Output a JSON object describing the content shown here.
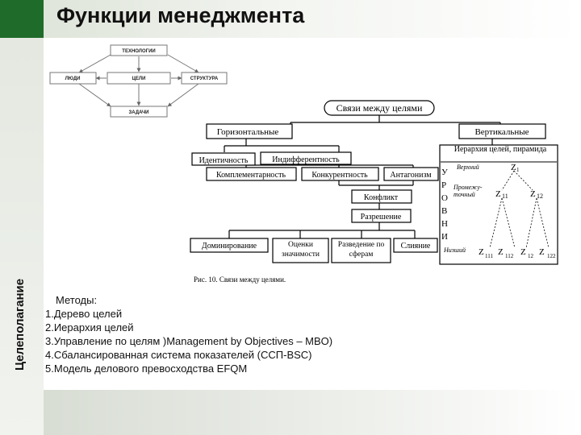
{
  "slide": {
    "title": "Функции менеджмента",
    "side_label": "Целеполагание"
  },
  "top_diagram": {
    "tech": "ТЕХНОЛОГИИ",
    "people": "ЛЮДИ",
    "goals": "ЦЕЛИ",
    "structure": "СТРУКТУРА",
    "tasks": "ЗАДАЧИ"
  },
  "links_diagram": {
    "root": "Связи между целями",
    "horizontal": "Горизонтальные",
    "vertical": "Вертикальные",
    "identity": "Идентичность",
    "indifference": "Индифферентность",
    "complementarity": "Комплементарность",
    "competition": "Конкурентность",
    "antagonism": "Антагонизм",
    "conflict": "Конфликт",
    "resolution": "Разрешение",
    "domination": "Доминирование",
    "significance": "Оценки значимости",
    "separation": "Разведение по сферам",
    "merger": "Слияние",
    "hierarchy_title": "Иерархия целей, пирамида",
    "levels_letters": "У Р О В Н И",
    "level_top": "Верхний",
    "level_mid": "Промежу-точный",
    "level_low": "Низший",
    "caption": "Рис. 10. Связи между целями."
  },
  "methods": {
    "heading": "Методы:",
    "items": [
      "1.Дерево целей",
      "2.Иерархия целей",
      "3.Управление по целям )Management by Objectives – MBO)",
      "4.Сбалансированная система показателей (ССП-BSC)",
      "5.Модель делового превосходства EFQM"
    ]
  }
}
